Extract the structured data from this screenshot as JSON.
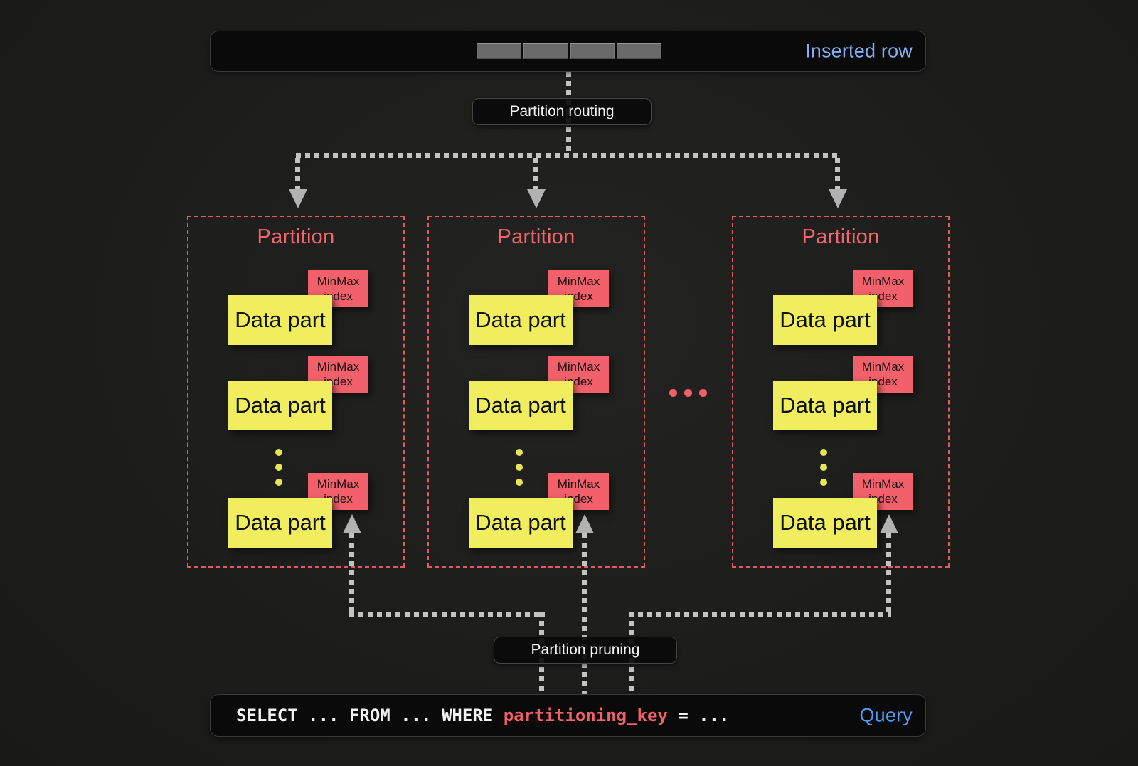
{
  "diagram": {
    "top_box": {
      "label": "Inserted row",
      "segment_count": 4
    },
    "routing_label": "Partition routing",
    "pruning_label": "Partition pruning",
    "partitions": [
      {
        "title": "Partition",
        "parts": [
          {
            "label": "Data part",
            "tag": "MinMax\nindex"
          },
          {
            "label": "Data part",
            "tag": "MinMax\nindex"
          },
          {
            "label": "Data part",
            "tag": "MinMax\nindex"
          }
        ]
      },
      {
        "title": "Partition",
        "parts": [
          {
            "label": "Data part",
            "tag": "MinMax\nindex"
          },
          {
            "label": "Data part",
            "tag": "MinMax\nindex"
          },
          {
            "label": "Data part",
            "tag": "MinMax\nindex"
          }
        ]
      },
      {
        "title": "Partition",
        "parts": [
          {
            "label": "Data part",
            "tag": "MinMax\nindex"
          },
          {
            "label": "Data part",
            "tag": "MinMax\nindex"
          },
          {
            "label": "Data part",
            "tag": "MinMax\nindex"
          }
        ]
      }
    ],
    "query_box": {
      "code_before": "SELECT ... FROM ... WHERE ",
      "code_key": "partitioning_key",
      "code_after": " = ...",
      "label": "Query"
    },
    "colors": {
      "background": "#1d1d1b",
      "panel_black": "#0a0a0a",
      "inserted_row_blue": "#85aef2",
      "query_blue": "#4e9cf5",
      "salmon_red": "#f2606b",
      "partition_border_red": "#e35864",
      "data_part_yellow": "#f0ee5f",
      "arrow_gray": "#c3c3c3",
      "segment_gray": "#6a6a6a"
    }
  }
}
